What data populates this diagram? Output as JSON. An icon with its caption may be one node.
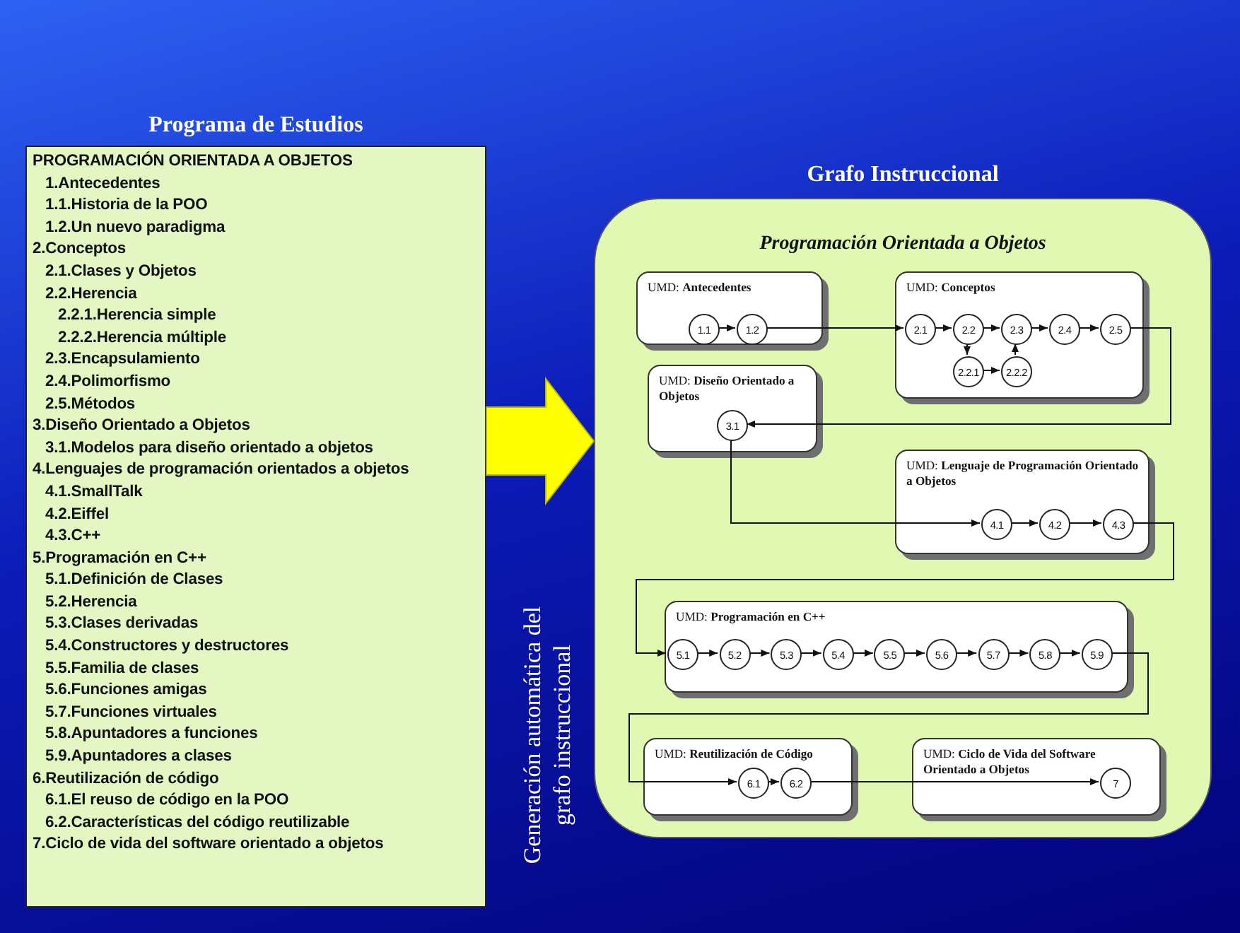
{
  "diagram": {
    "nodes": [
      {
        "text": [
          "Programa de Estudios",
          "PROGRAMACIÓN ORIENTADA A OBJETOS",
          "1.Antecedentes",
          "1.1.Historia de la POO",
          "1.2.Un nuevo paradigma",
          "2.Conceptos",
          "2.1.Clases y Objetos",
          "2.2.Herencia",
          "2.2.1.Herencia simple",
          "2.2.2.Herencia múltiple",
          "2.3.Encapsulamiento",
          "2.4.Polimorfismo",
          "2.5.Métodos",
          "3.Diseño Orientado a Objetos",
          "3.1.Modelos para diseño orientado a objetos",
          "4.Lenguajes de programación orientados a objetos",
          "4.1.SmallTalk",
          "4.2.Eiffel",
          "4.3.C++",
          "5.Programación en C++",
          "5.1.Definición de Clases",
          "5.2.Herencia",
          "5.3.Clases derivadas",
          "5.4.Constructores y destructores",
          "5.5.Familia de clases",
          "5.6.Funciones amigas",
          "5.7.Funciones virtuales",
          "5.8.Apuntadores a funciones",
          "5.9.Apuntadores a clases",
          "6.Reutilización de código",
          "6.1.El reuso de código en la POO",
          "6.2.Características del código reutilizable",
          "7.Ciclo de vida del software orientado a objetos"
        ]
      },
      {
        "text": [
          "Grafo Instruccional",
          "Programación Orientada a Objetos"
        ]
      },
      {
        "text": [
          "UMD: **Antecedentes**"
        ],
        "in": 1
      },
      {
        "text": [
          "1.1"
        ],
        "in": 2
      },
      {
        "text": [
          "1.2"
        ],
        "in": 2
      },
      {
        "text": [
          "UMD: **Conceptos**"
        ],
        "in": 1
      },
      {
        "text": [
          "2.1"
        ],
        "in": 5
      },
      {
        "text": [
          "2.2"
        ],
        "in": 5
      },
      {
        "text": [
          "2.3"
        ],
        "in": 5
      },
      {
        "text": [
          "2.4"
        ],
        "in": 5
      },
      {
        "text": [
          "2.5"
        ],
        "in": 5
      },
      {
        "text": [
          "2.2.1"
        ],
        "in": 5
      },
      {
        "text": [
          "2.2.2"
        ],
        "in": 5
      },
      {
        "text": [
          "UMD: **Diseño Orientado a Objetos**"
        ],
        "in": 1
      },
      {
        "text": [
          "3.1"
        ],
        "in": 13
      },
      {
        "text": [
          "UMD: **Lenguaje de Programación Orientado a Objetos**"
        ],
        "in": 1
      },
      {
        "text": [
          "4.1"
        ],
        "in": 15
      },
      {
        "text": [
          "4.2"
        ],
        "in": 15
      },
      {
        "text": [
          "4.3"
        ],
        "in": 15
      },
      {
        "text": [
          "UMD: **Programación en C++**"
        ],
        "in": 1
      },
      {
        "text": [
          "5.1"
        ],
        "in": 19
      },
      {
        "text": [
          "5.2"
        ],
        "in": 19
      },
      {
        "text": [
          "5.3"
        ],
        "in": 19
      },
      {
        "text": [
          "5.4"
        ],
        "in": 19
      },
      {
        "text": [
          "5.5"
        ],
        "in": 19
      },
      {
        "text": [
          "5.6"
        ],
        "in": 19
      },
      {
        "text": [
          "5.7"
        ],
        "in": 19
      },
      {
        "text": [
          "5.8"
        ],
        "in": 19
      },
      {
        "text": [
          "5.9"
        ],
        "in": 19
      },
      {
        "text": [
          "UMD: **Reutilización de Código**"
        ],
        "in": 1
      },
      {
        "text": [
          "6.1"
        ],
        "in": 29
      },
      {
        "text": [
          "6.2"
        ],
        "in": 29
      },
      {
        "text": [
          "UMD: **Ciclo de Vida del Software Orientado a Objetos**"
        ],
        "in": 1
      },
      {
        "text": [
          "7"
        ],
        "in": 32
      }
    ],
    "edges": [
      {
        "from": 0,
        "to": 1,
        "arrow": "to",
        "style": "thick",
        "color": "#ffff00"
      },
      {
        "from": 3,
        "to": 4,
        "arrow": "to"
      },
      {
        "from": 4,
        "to": 6,
        "arrow": "to"
      },
      {
        "from": 6,
        "to": 7,
        "arrow": "to"
      },
      {
        "from": 7,
        "to": 8,
        "arrow": "to"
      },
      {
        "from": 8,
        "to": 9,
        "arrow": "to"
      },
      {
        "from": 9,
        "to": 10,
        "arrow": "to"
      },
      {
        "from": 7,
        "to": 11,
        "arrow": "to"
      },
      {
        "from": 11,
        "to": 12,
        "arrow": "to"
      },
      {
        "from": 12,
        "to": 8,
        "arrow": "to"
      },
      {
        "from": 10,
        "to": 14,
        "arrow": "to"
      },
      {
        "from": 14,
        "to": 16,
        "arrow": "to"
      },
      {
        "from": 16,
        "to": 17,
        "arrow": "to"
      },
      {
        "from": 17,
        "to": 18,
        "arrow": "to"
      },
      {
        "from": 18,
        "to": 20,
        "arrow": "to"
      },
      {
        "from": 20,
        "to": 21,
        "arrow": "to"
      },
      {
        "from": 21,
        "to": 22,
        "arrow": "to"
      },
      {
        "from": 22,
        "to": 23,
        "arrow": "to"
      },
      {
        "from": 23,
        "to": 24,
        "arrow": "to"
      },
      {
        "from": 24,
        "to": 25,
        "arrow": "to"
      },
      {
        "from": 25,
        "to": 26,
        "arrow": "to"
      },
      {
        "from": 26,
        "to": 27,
        "arrow": "to"
      },
      {
        "from": 27,
        "to": 28,
        "arrow": "to"
      },
      {
        "from": 28,
        "to": 30,
        "arrow": "to"
      },
      {
        "from": 30,
        "to": 31,
        "arrow": "to"
      },
      {
        "from": 31,
        "to": 33,
        "arrow": "to"
      }
    ],
    "labels": [
      "Generación automática del grafo instruccional"
    ]
  }
}
